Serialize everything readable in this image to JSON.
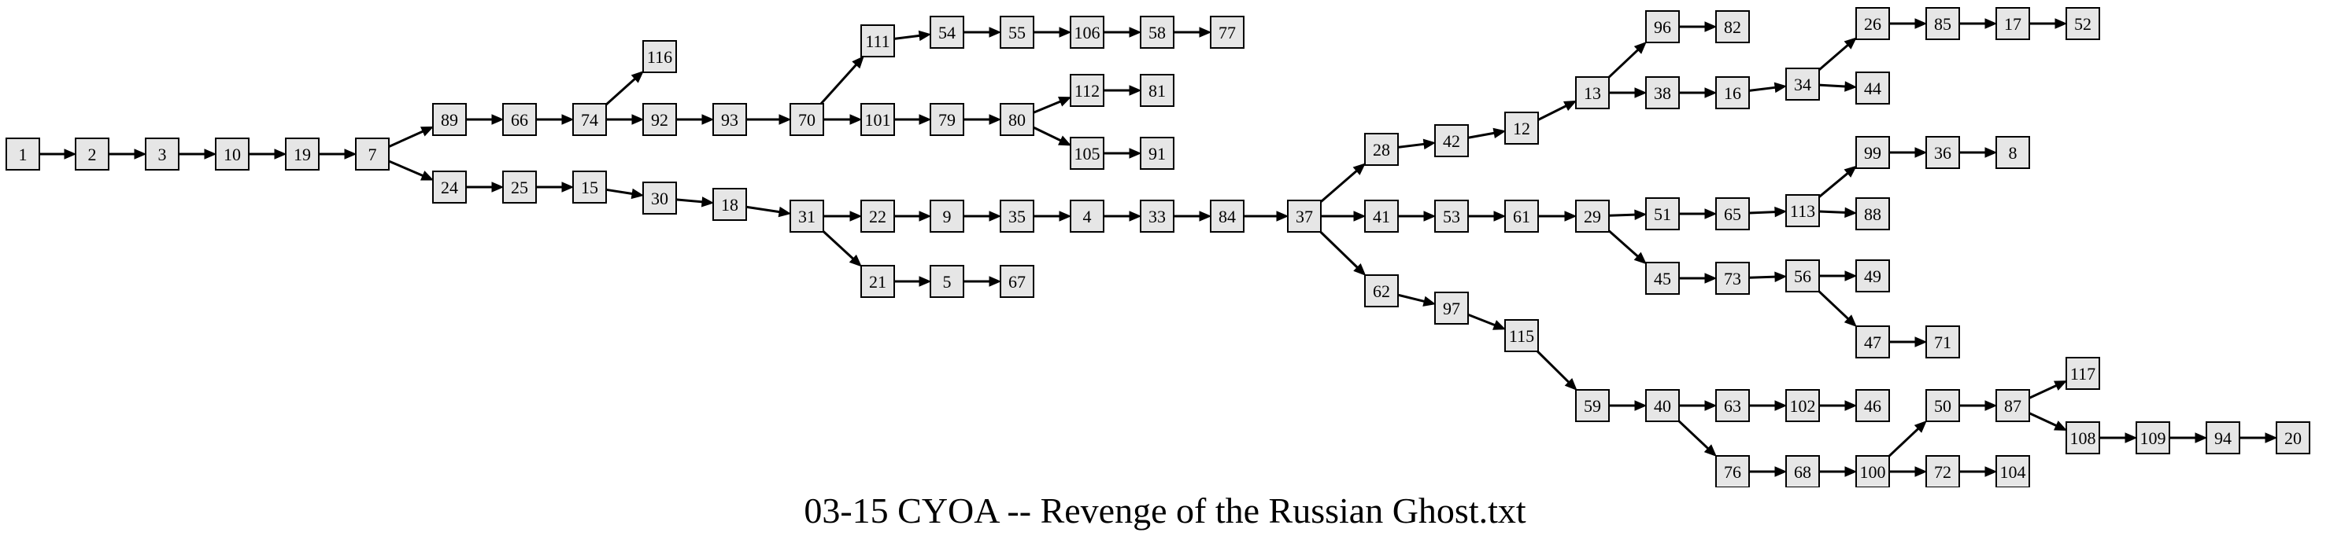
{
  "title": "03-15 CYOA -- Revenge of the Russian Ghost.txt",
  "colors": {
    "node_fill": "#e6e6e6",
    "node_stroke": "#000000",
    "edge": "#000000",
    "background": "#ffffff"
  },
  "nodes": [
    "1",
    "2",
    "3",
    "10",
    "19",
    "7",
    "89",
    "24",
    "66",
    "74",
    "116",
    "92",
    "93",
    "70",
    "111",
    "101",
    "54",
    "55",
    "106",
    "58",
    "77",
    "79",
    "80",
    "112",
    "81",
    "105",
    "91",
    "25",
    "15",
    "30",
    "18",
    "31",
    "22",
    "21",
    "9",
    "35",
    "4",
    "33",
    "84",
    "37",
    "5",
    "67",
    "28",
    "41",
    "62",
    "42",
    "12",
    "13",
    "96",
    "82",
    "38",
    "16",
    "34",
    "26",
    "85",
    "17",
    "52",
    "44",
    "53",
    "61",
    "29",
    "51",
    "65",
    "113",
    "99",
    "36",
    "8",
    "88",
    "45",
    "73",
    "56",
    "49",
    "47",
    "71",
    "97",
    "115",
    "59",
    "40",
    "63",
    "102",
    "46",
    "76",
    "68",
    "100",
    "50",
    "87",
    "117",
    "108",
    "109",
    "94",
    "20",
    "72",
    "104"
  ],
  "edges": [
    [
      "1",
      "2"
    ],
    [
      "2",
      "3"
    ],
    [
      "3",
      "10"
    ],
    [
      "10",
      "19"
    ],
    [
      "19",
      "7"
    ],
    [
      "7",
      "89"
    ],
    [
      "7",
      "24"
    ],
    [
      "89",
      "66"
    ],
    [
      "66",
      "74"
    ],
    [
      "74",
      "116"
    ],
    [
      "74",
      "92"
    ],
    [
      "92",
      "93"
    ],
    [
      "93",
      "70"
    ],
    [
      "70",
      "111"
    ],
    [
      "70",
      "101"
    ],
    [
      "111",
      "54"
    ],
    [
      "54",
      "55"
    ],
    [
      "55",
      "106"
    ],
    [
      "106",
      "58"
    ],
    [
      "58",
      "77"
    ],
    [
      "101",
      "79"
    ],
    [
      "79",
      "80"
    ],
    [
      "80",
      "112"
    ],
    [
      "80",
      "105"
    ],
    [
      "112",
      "81"
    ],
    [
      "105",
      "91"
    ],
    [
      "24",
      "25"
    ],
    [
      "25",
      "15"
    ],
    [
      "15",
      "30"
    ],
    [
      "30",
      "18"
    ],
    [
      "18",
      "31"
    ],
    [
      "31",
      "22"
    ],
    [
      "31",
      "21"
    ],
    [
      "22",
      "9"
    ],
    [
      "9",
      "35"
    ],
    [
      "35",
      "4"
    ],
    [
      "4",
      "33"
    ],
    [
      "33",
      "84"
    ],
    [
      "84",
      "37"
    ],
    [
      "21",
      "5"
    ],
    [
      "5",
      "67"
    ],
    [
      "37",
      "28"
    ],
    [
      "37",
      "41"
    ],
    [
      "37",
      "62"
    ],
    [
      "28",
      "42"
    ],
    [
      "42",
      "12"
    ],
    [
      "12",
      "13"
    ],
    [
      "13",
      "96"
    ],
    [
      "13",
      "38"
    ],
    [
      "96",
      "82"
    ],
    [
      "38",
      "16"
    ],
    [
      "16",
      "34"
    ],
    [
      "34",
      "26"
    ],
    [
      "34",
      "44"
    ],
    [
      "26",
      "85"
    ],
    [
      "85",
      "17"
    ],
    [
      "17",
      "52"
    ],
    [
      "41",
      "53"
    ],
    [
      "53",
      "61"
    ],
    [
      "61",
      "29"
    ],
    [
      "29",
      "51"
    ],
    [
      "29",
      "45"
    ],
    [
      "51",
      "65"
    ],
    [
      "65",
      "113"
    ],
    [
      "113",
      "99"
    ],
    [
      "113",
      "88"
    ],
    [
      "99",
      "36"
    ],
    [
      "36",
      "8"
    ],
    [
      "45",
      "73"
    ],
    [
      "73",
      "56"
    ],
    [
      "56",
      "49"
    ],
    [
      "56",
      "47"
    ],
    [
      "47",
      "71"
    ],
    [
      "62",
      "97"
    ],
    [
      "97",
      "115"
    ],
    [
      "115",
      "59"
    ],
    [
      "59",
      "40"
    ],
    [
      "40",
      "63"
    ],
    [
      "40",
      "76"
    ],
    [
      "63",
      "102"
    ],
    [
      "102",
      "46"
    ],
    [
      "76",
      "68"
    ],
    [
      "68",
      "100"
    ],
    [
      "100",
      "50"
    ],
    [
      "100",
      "72"
    ],
    [
      "50",
      "87"
    ],
    [
      "87",
      "117"
    ],
    [
      "87",
      "108"
    ],
    [
      "108",
      "109"
    ],
    [
      "109",
      "94"
    ],
    [
      "94",
      "20"
    ],
    [
      "72",
      "104"
    ]
  ]
}
